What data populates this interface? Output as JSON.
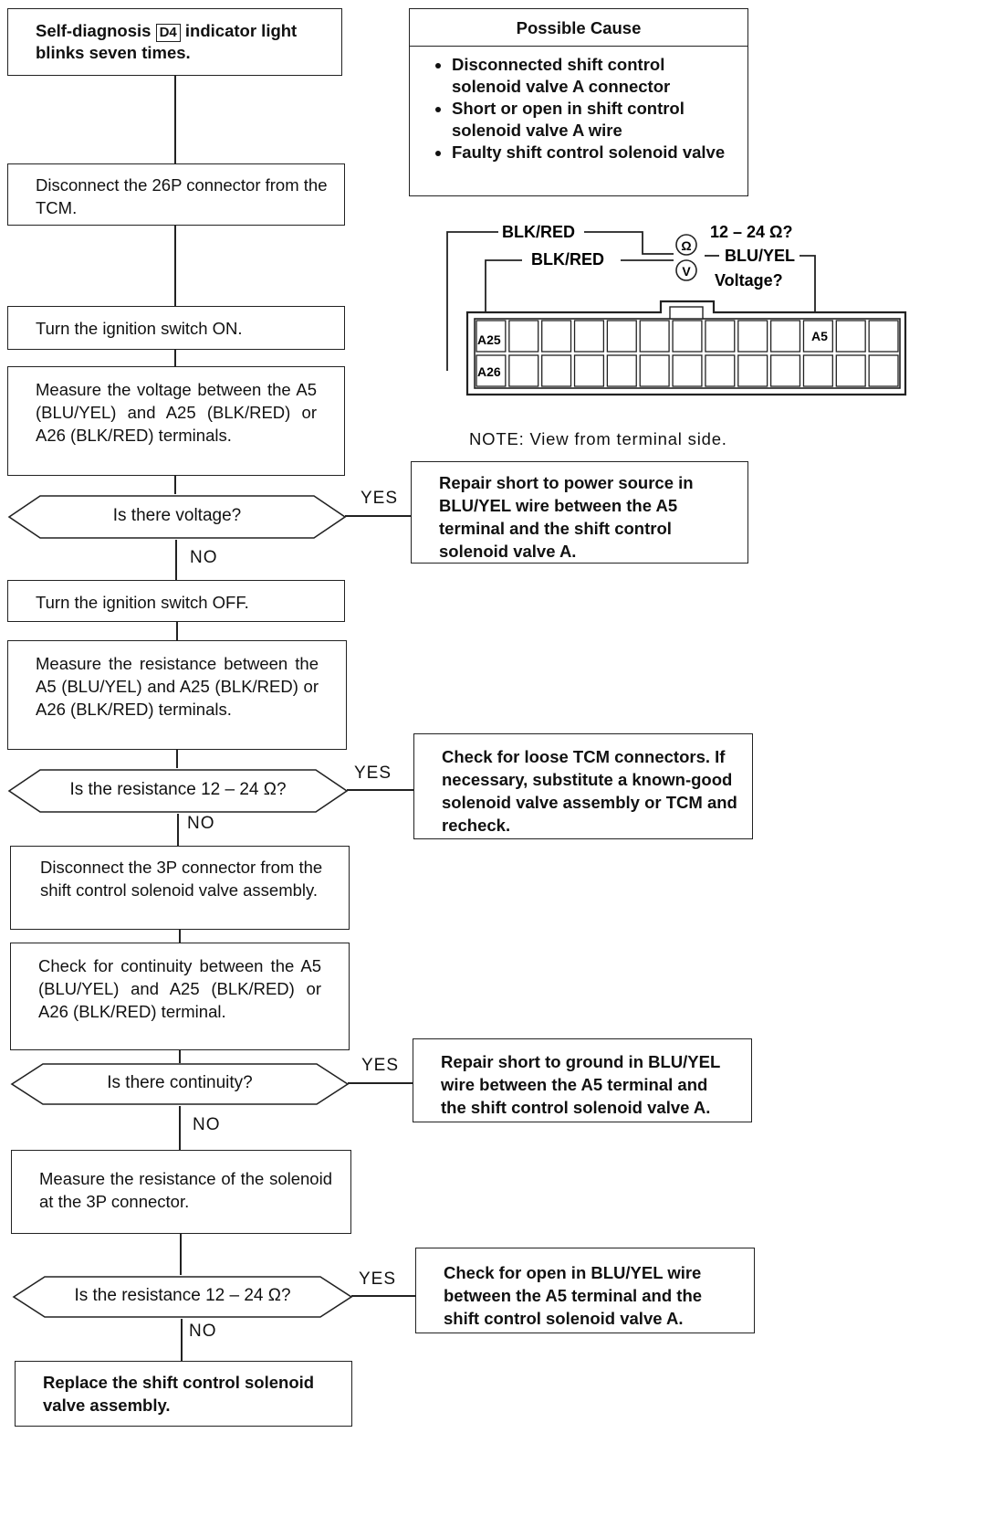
{
  "steps": {
    "start_prefix": "Self-diagnosis",
    "start_badge": "D4",
    "start_suffix": "indicator light blinks seven times.",
    "s1": "Disconnect the 26P connector from the TCM.",
    "s2": "Turn the ignition switch ON.",
    "s3": "Measure the voltage between the A5 (BLU/YEL) and A25 (BLK/RED) or A26 (BLK/RED) terminals.",
    "s4": "Turn the ignition switch OFF.",
    "s5": "Measure the resistance between the A5 (BLU/YEL) and A25 (BLK/RED) or A26 (BLK/RED) terminals.",
    "s6": "Disconnect the 3P connector from the shift control solenoid valve assembly.",
    "s7": "Check for continuity between the A5 (BLU/YEL) and A25 (BLK/RED) or A26 (BLK/RED) terminal.",
    "s8": "Measure the resistance of the solenoid at the 3P connector.",
    "s9": "Replace the shift control solenoid valve assembly."
  },
  "decisions": {
    "d1": "Is there voltage?",
    "d2": "Is the resistance 12 – 24 Ω?",
    "d3": "Is there continuity?",
    "d4": "Is the resistance 12 – 24 Ω?"
  },
  "branch_labels": {
    "yes": "YES",
    "no": "NO"
  },
  "results": {
    "r1": "Repair short to power source in BLU/YEL wire between the A5 terminal and the shift control solenoid valve A.",
    "r2": "Check for loose TCM connectors. If necessary, substitute a known-good solenoid valve assembly or TCM and recheck.",
    "r3": "Repair short to ground in BLU/YEL wire between the A5 terminal and the shift control solenoid valve A.",
    "r4": "Check for open in BLU/YEL wire between the A5 terminal and the shift control solenoid valve A."
  },
  "possible_cause": {
    "title": "Possible Cause",
    "items": [
      "Disconnected shift control solenoid valve A connector",
      "Short or open in shift control solenoid valve A wire",
      "Faulty shift control solenoid valve"
    ]
  },
  "connector": {
    "wire_top": "BLK/RED",
    "wire_bottom": "BLK/RED",
    "ohm_label": "12 – 24 Ω?",
    "wire_right": "BLU/YEL",
    "voltage_label": "Voltage?",
    "ohm_symbol": "Ω",
    "volt_symbol": "V",
    "pin_a25": "A25",
    "pin_a26": "A26",
    "pin_a5": "A5",
    "note": "NOTE: View from terminal side."
  }
}
